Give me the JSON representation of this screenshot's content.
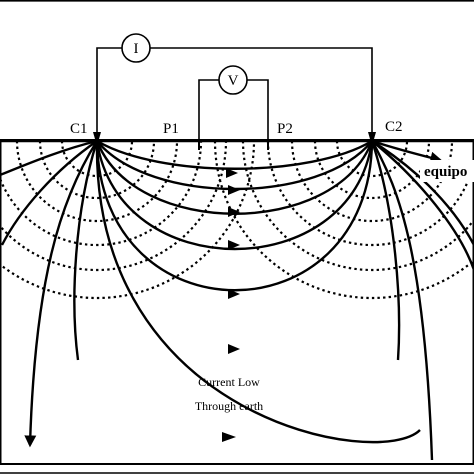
{
  "diagram": {
    "electrodes": {
      "current_1": "C1",
      "potential_1": "P1",
      "potential_2": "P2",
      "current_2": "C2"
    },
    "meters": {
      "ammeter": "I",
      "voltmeter": "V"
    },
    "equipotential_label": "equipo",
    "current_caption_line1": "Current Low",
    "current_caption_line2": "Through earth"
  }
}
